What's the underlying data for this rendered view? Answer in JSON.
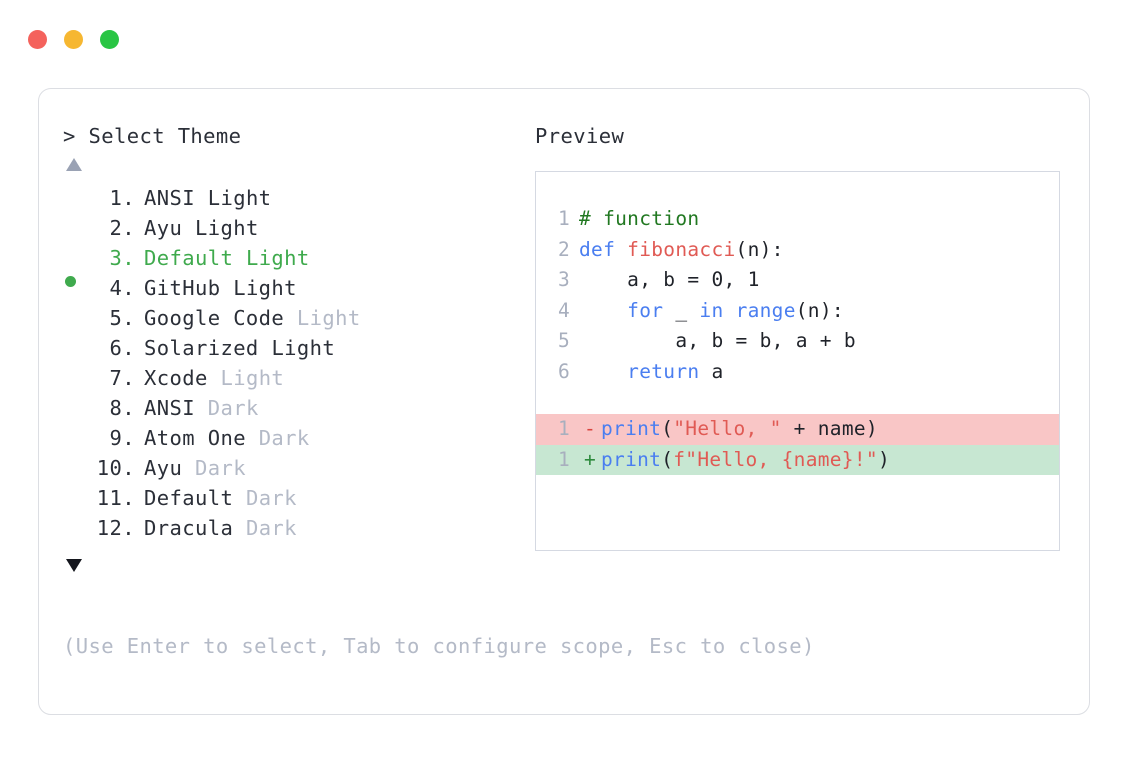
{
  "window": {
    "traffic_lights": [
      {
        "name": "close-button",
        "color": "#F4625C"
      },
      {
        "name": "minimize-button",
        "color": "#F6B731"
      },
      {
        "name": "maximize-button",
        "color": "#29C544"
      }
    ]
  },
  "prompt": {
    "marker": ">",
    "label": "Select Theme"
  },
  "scroll": {
    "up_icon": "triangle-up",
    "down_icon": "triangle-down",
    "up_color": "#9aa2b4",
    "down_color": "#14161d"
  },
  "selection": {
    "selected_index": 3,
    "selected_label": "Default Light",
    "accent_color": "#3faa4d",
    "bullet_icon": "filled-circle"
  },
  "themes": [
    {
      "num": "1.",
      "name": "ANSI",
      "variant": "Light",
      "variant_muted": false,
      "selected": false
    },
    {
      "num": "2.",
      "name": "Ayu",
      "variant": "Light",
      "variant_muted": false,
      "selected": false
    },
    {
      "num": "3.",
      "name": "Default",
      "variant": "Light",
      "variant_muted": false,
      "selected": true
    },
    {
      "num": "4.",
      "name": "GitHub",
      "variant": "Light",
      "variant_muted": false,
      "selected": false
    },
    {
      "num": "5.",
      "name": "Google Code",
      "variant": "Light",
      "variant_muted": true,
      "selected": false
    },
    {
      "num": "6.",
      "name": "Solarized",
      "variant": "Light",
      "variant_muted": false,
      "selected": false
    },
    {
      "num": "7.",
      "name": "Xcode",
      "variant": "Light",
      "variant_muted": true,
      "selected": false
    },
    {
      "num": "8.",
      "name": "ANSI",
      "variant": "Dark",
      "variant_muted": true,
      "selected": false
    },
    {
      "num": "9.",
      "name": "Atom One",
      "variant": "Dark",
      "variant_muted": true,
      "selected": false
    },
    {
      "num": "10.",
      "name": "Ayu",
      "variant": "Dark",
      "variant_muted": true,
      "selected": false
    },
    {
      "num": "11.",
      "name": "Default",
      "variant": "Dark",
      "variant_muted": true,
      "selected": false
    },
    {
      "num": "12.",
      "name": "Dracula",
      "variant": "Dark",
      "variant_muted": true,
      "selected": false
    }
  ],
  "hint": "(Use Enter to select, Tab to configure scope, Esc to close)",
  "preview": {
    "title": "Preview",
    "code_lines": [
      {
        "num": "1",
        "tokens": [
          {
            "t": "# function",
            "c": "comment"
          }
        ]
      },
      {
        "num": "2",
        "tokens": [
          {
            "t": "def ",
            "c": "kw"
          },
          {
            "t": "fibonacci",
            "c": "fn"
          },
          {
            "t": "(n):",
            "c": "plain"
          }
        ]
      },
      {
        "num": "3",
        "tokens": [
          {
            "t": "    a, b = ",
            "c": "plain"
          },
          {
            "t": "0",
            "c": "num"
          },
          {
            "t": ", ",
            "c": "plain"
          },
          {
            "t": "1",
            "c": "num"
          }
        ]
      },
      {
        "num": "4",
        "tokens": [
          {
            "t": "    ",
            "c": "plain"
          },
          {
            "t": "for",
            "c": "kw"
          },
          {
            "t": " _ ",
            "c": "plain"
          },
          {
            "t": "in",
            "c": "kw"
          },
          {
            "t": " ",
            "c": "plain"
          },
          {
            "t": "range",
            "c": "kw"
          },
          {
            "t": "(n):",
            "c": "plain"
          }
        ]
      },
      {
        "num": "5",
        "tokens": [
          {
            "t": "        a, b = b, a + b",
            "c": "plain"
          }
        ]
      },
      {
        "num": "6",
        "tokens": [
          {
            "t": "    ",
            "c": "plain"
          },
          {
            "t": "return",
            "c": "kw"
          },
          {
            "t": " a",
            "c": "plain"
          }
        ]
      }
    ],
    "diff_lines": [
      {
        "num": "1",
        "sign": "-",
        "kind": "minus",
        "tokens": [
          {
            "t": "print",
            "c": "kw"
          },
          {
            "t": "(",
            "c": "plain"
          },
          {
            "t": "\"Hello, \"",
            "c": "str"
          },
          {
            "t": " + name)",
            "c": "plain"
          }
        ]
      },
      {
        "num": "1",
        "sign": "+",
        "kind": "plus",
        "tokens": [
          {
            "t": "print",
            "c": "kw"
          },
          {
            "t": "(",
            "c": "plain"
          },
          {
            "t": "f\"Hello, {name}!\"",
            "c": "str"
          },
          {
            "t": ")",
            "c": "plain"
          }
        ]
      }
    ],
    "colors": {
      "comment": "#217821",
      "keyword": "#4a7ef0",
      "function": "#e05a54",
      "string": "#e05a54",
      "plain": "#1f2229",
      "gutter": "#a8afbe",
      "diff_minus_bg": "#f9c6c6",
      "diff_plus_bg": "#c7e7d2"
    }
  }
}
